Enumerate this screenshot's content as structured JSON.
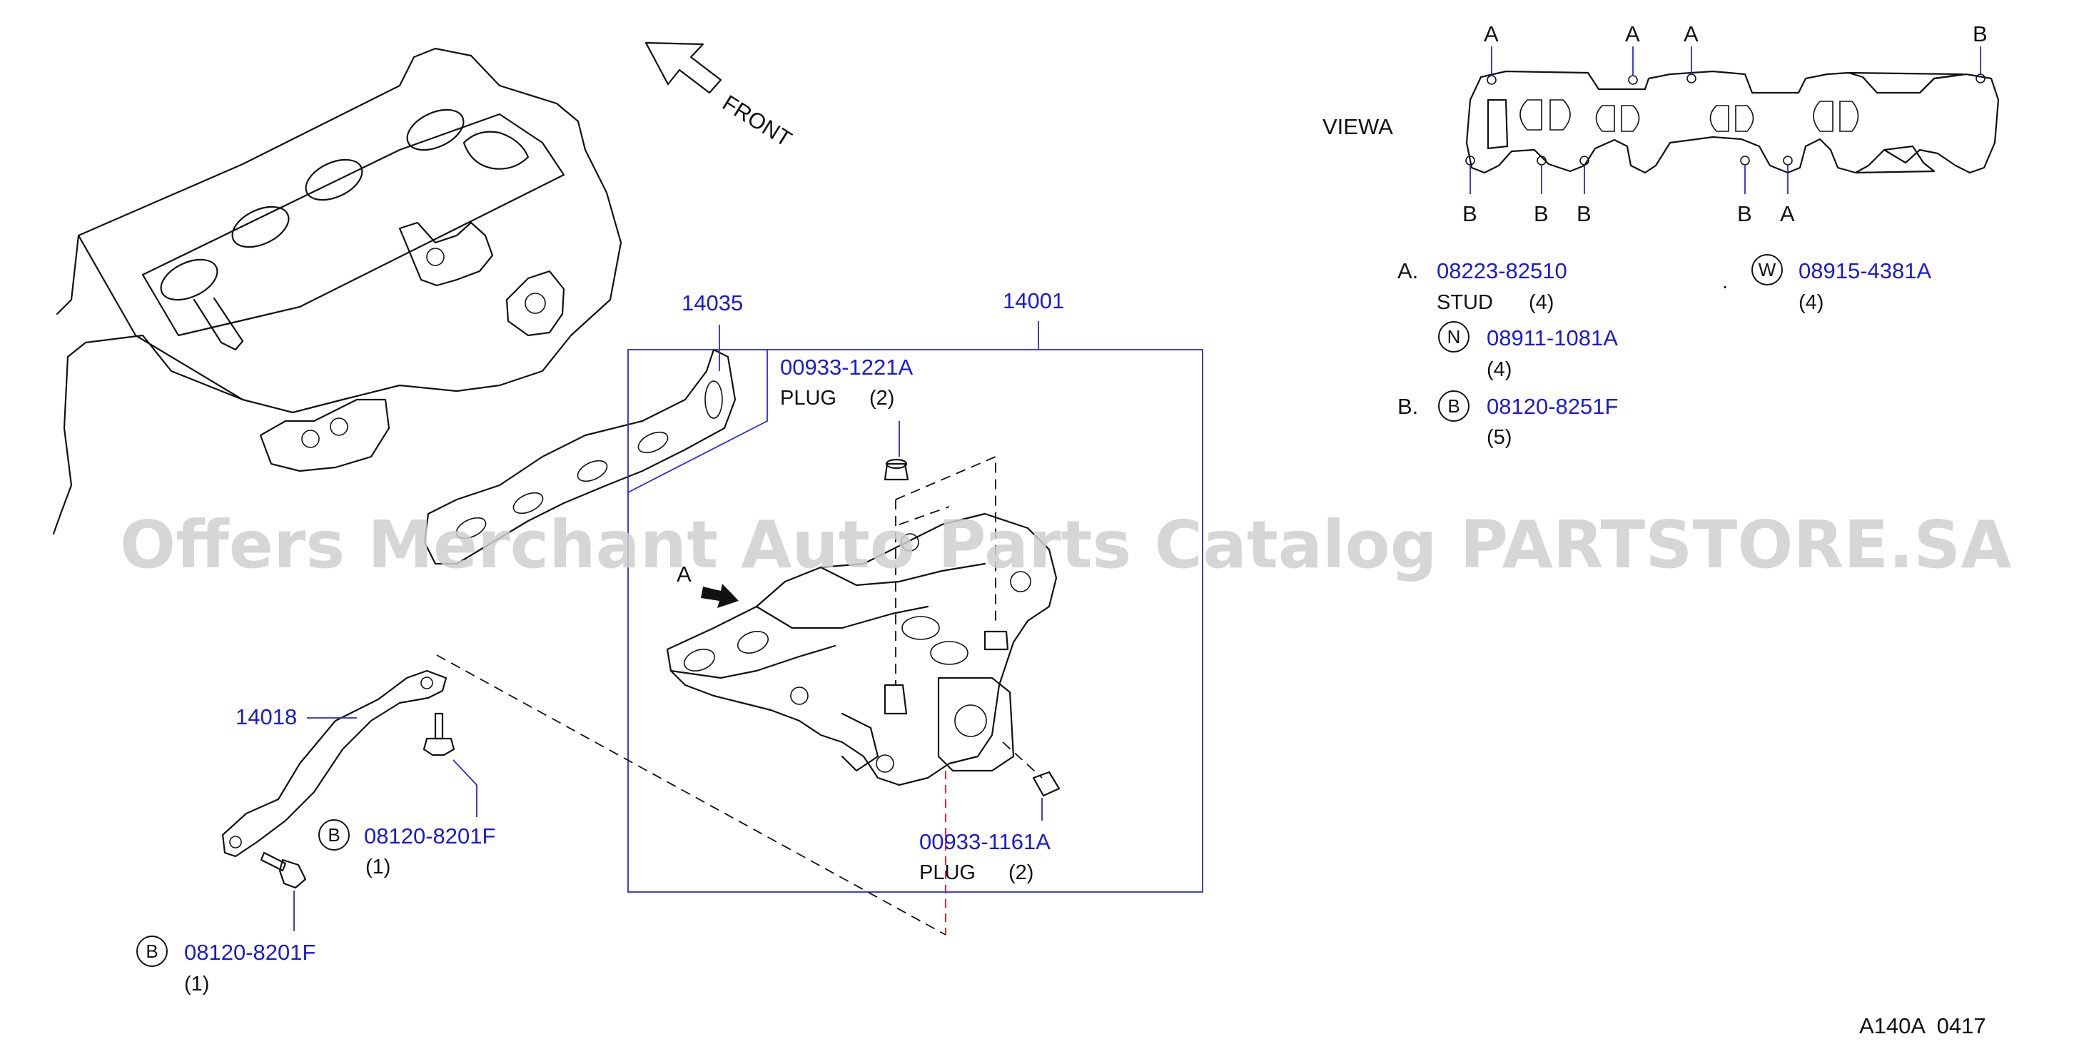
{
  "diagram_code": "A140A  0417",
  "watermark": "Offers Merchant Auto Parts Catalog PARTSTORE.SA",
  "direction": {
    "label": "FRONT"
  },
  "view": {
    "title": "VIEWA",
    "letters": [
      "A",
      "A",
      "A",
      "B",
      "B",
      "B",
      "B",
      "B",
      "A"
    ]
  },
  "legend": {
    "a_prefix": "A.",
    "a_part": "08223-82510",
    "a_desc": "STUD",
    "a_qty": "(4)",
    "w_symbol": "W",
    "w_part": "08915-4381A",
    "w_qty": "(4)",
    "n_symbol": "N",
    "n_part": "08911-1081A",
    "n_qty": "(4)",
    "b_prefix": "B.",
    "b_symbol": "B",
    "b_part": "08120-8251F",
    "b_qty": "(5)",
    "dot": "."
  },
  "callouts": {
    "gasket": "14035",
    "manifold": "14001",
    "plug_top_part": "00933-1221A",
    "plug_top_desc": "PLUG",
    "plug_top_qty": "(2)",
    "plug_bottom_part": "00933-1161A",
    "plug_bottom_desc": "PLUG",
    "plug_bottom_qty": "(2)",
    "view_marker": "A",
    "stay": "14018",
    "bolt1_symbol": "B",
    "bolt1_part": "08120-8201F",
    "bolt1_qty": "(1)",
    "bolt2_symbol": "B",
    "bolt2_part": "08120-8201F",
    "bolt2_qty": "(1)"
  }
}
